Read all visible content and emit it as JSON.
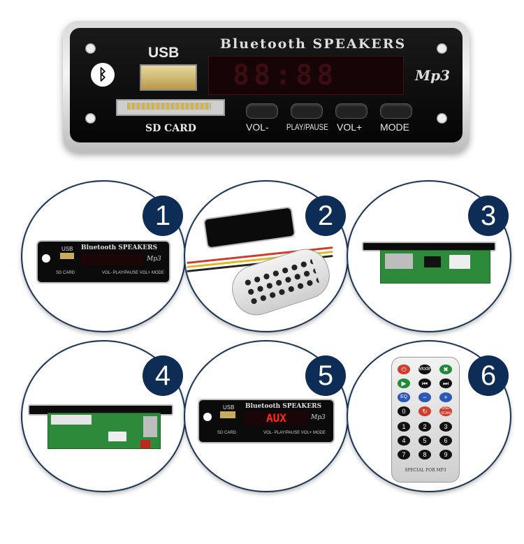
{
  "hero": {
    "brand": "Bluetooth SPEAKERS",
    "usb_label": "USB",
    "sd_label": "SD CARD",
    "mp3_label": "Mp3",
    "buttons": [
      "VOL-",
      "PLAY/PAUSE",
      "VOL+",
      "MODE"
    ]
  },
  "panels": [
    {
      "number": "1"
    },
    {
      "number": "2"
    },
    {
      "number": "3"
    },
    {
      "number": "4"
    },
    {
      "number": "5",
      "display": "AUX"
    },
    {
      "number": "6",
      "footer": "SPECIAL FOR MP3"
    }
  ],
  "remote_keys": {
    "row1": [
      "",
      "Mode",
      ""
    ],
    "row2": [
      "",
      "",
      ""
    ],
    "row3": [
      "EQ",
      "",
      ""
    ],
    "row4": [
      "0",
      "",
      "U/SD SCAN"
    ],
    "row5": [
      "1",
      "2",
      "3"
    ],
    "row6": [
      "4",
      "5",
      "6"
    ],
    "row7": [
      "7",
      "8",
      "9"
    ]
  },
  "colors": {
    "badge": "#0e2d56",
    "circle_border": "#1c3553",
    "pcb": "#2d8a3b",
    "display_red": "#ff2a1f"
  }
}
